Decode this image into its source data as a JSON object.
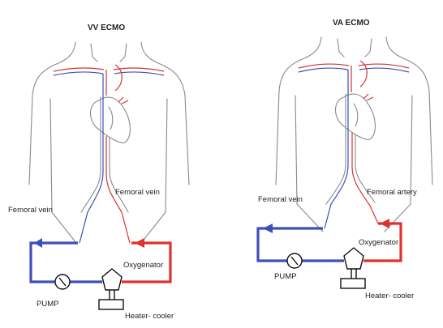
{
  "panels": [
    {
      "title": "VV ECMO",
      "labels": {
        "left_vein": "Femoral vein",
        "right_vessel": "Femoral vein",
        "oxygenator": "Oxygenator",
        "pump": "PUMP",
        "heater": "Heater- cooler"
      }
    },
    {
      "title": "VA ECMO",
      "labels": {
        "left_vein": "Femoral vein",
        "right_vessel": "Femoral artery",
        "oxygenator": "Oxygenator",
        "pump": "PUMP",
        "heater": "Heater- cooler"
      }
    }
  ],
  "colors": {
    "oxygenated": "#e0322c",
    "deoxygenated": "#3f4fb8",
    "outline": "#8a8a8a"
  }
}
